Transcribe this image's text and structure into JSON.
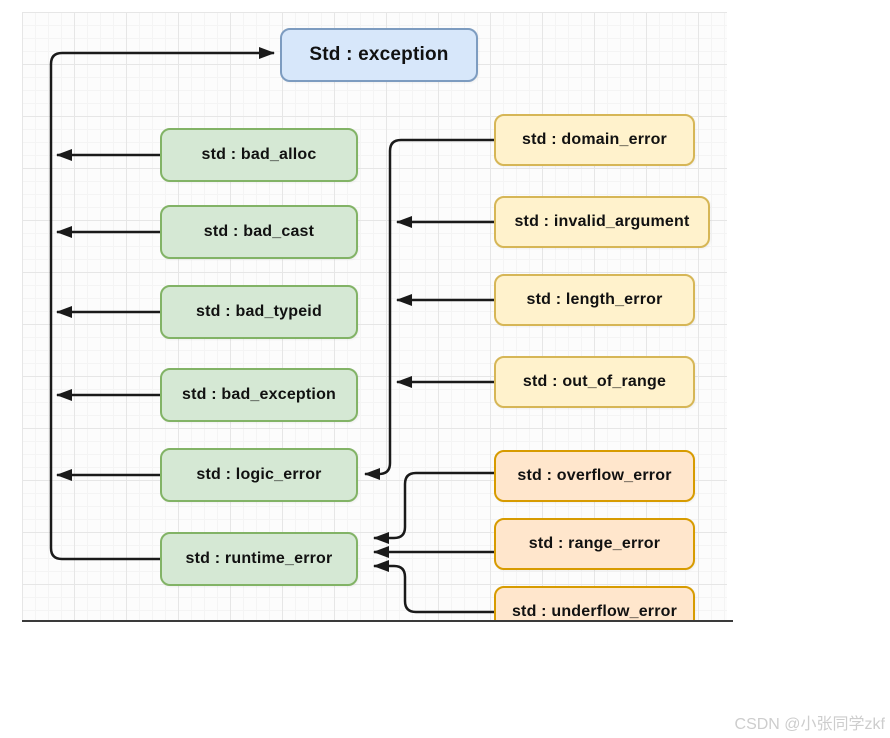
{
  "diagram": {
    "root": {
      "label": "Std : exception"
    },
    "left_nodes": [
      {
        "label": "std : bad_alloc"
      },
      {
        "label": "std : bad_cast"
      },
      {
        "label": "std : bad_typeid"
      },
      {
        "label": "std : bad_exception"
      },
      {
        "label": "std : logic_error"
      },
      {
        "label": "std : runtime_error"
      }
    ],
    "logic_error_children": [
      {
        "label": "std : domain_error"
      },
      {
        "label": "std : invalid_argument"
      },
      {
        "label": "std : length_error"
      },
      {
        "label": "std : out_of_range"
      }
    ],
    "runtime_error_children": [
      {
        "label": "std : overflow_error"
      },
      {
        "label": "std : range_error"
      },
      {
        "label": "std : underflow_error"
      }
    ],
    "colors": {
      "root_fill": "#d7e7fa",
      "root_stroke": "#7d9cc0",
      "base_left_fill": "#d5e8d4",
      "base_left_stroke": "#82b366",
      "logic_children_fill": "#fff2cc",
      "logic_children_stroke": "#d6b656",
      "runtime_children_fill": "#ffe6cc",
      "runtime_children_stroke": "#d79b00",
      "connector": "#1a1a1a"
    }
  },
  "watermark": {
    "text": "CSDN @小张同学zkf"
  }
}
